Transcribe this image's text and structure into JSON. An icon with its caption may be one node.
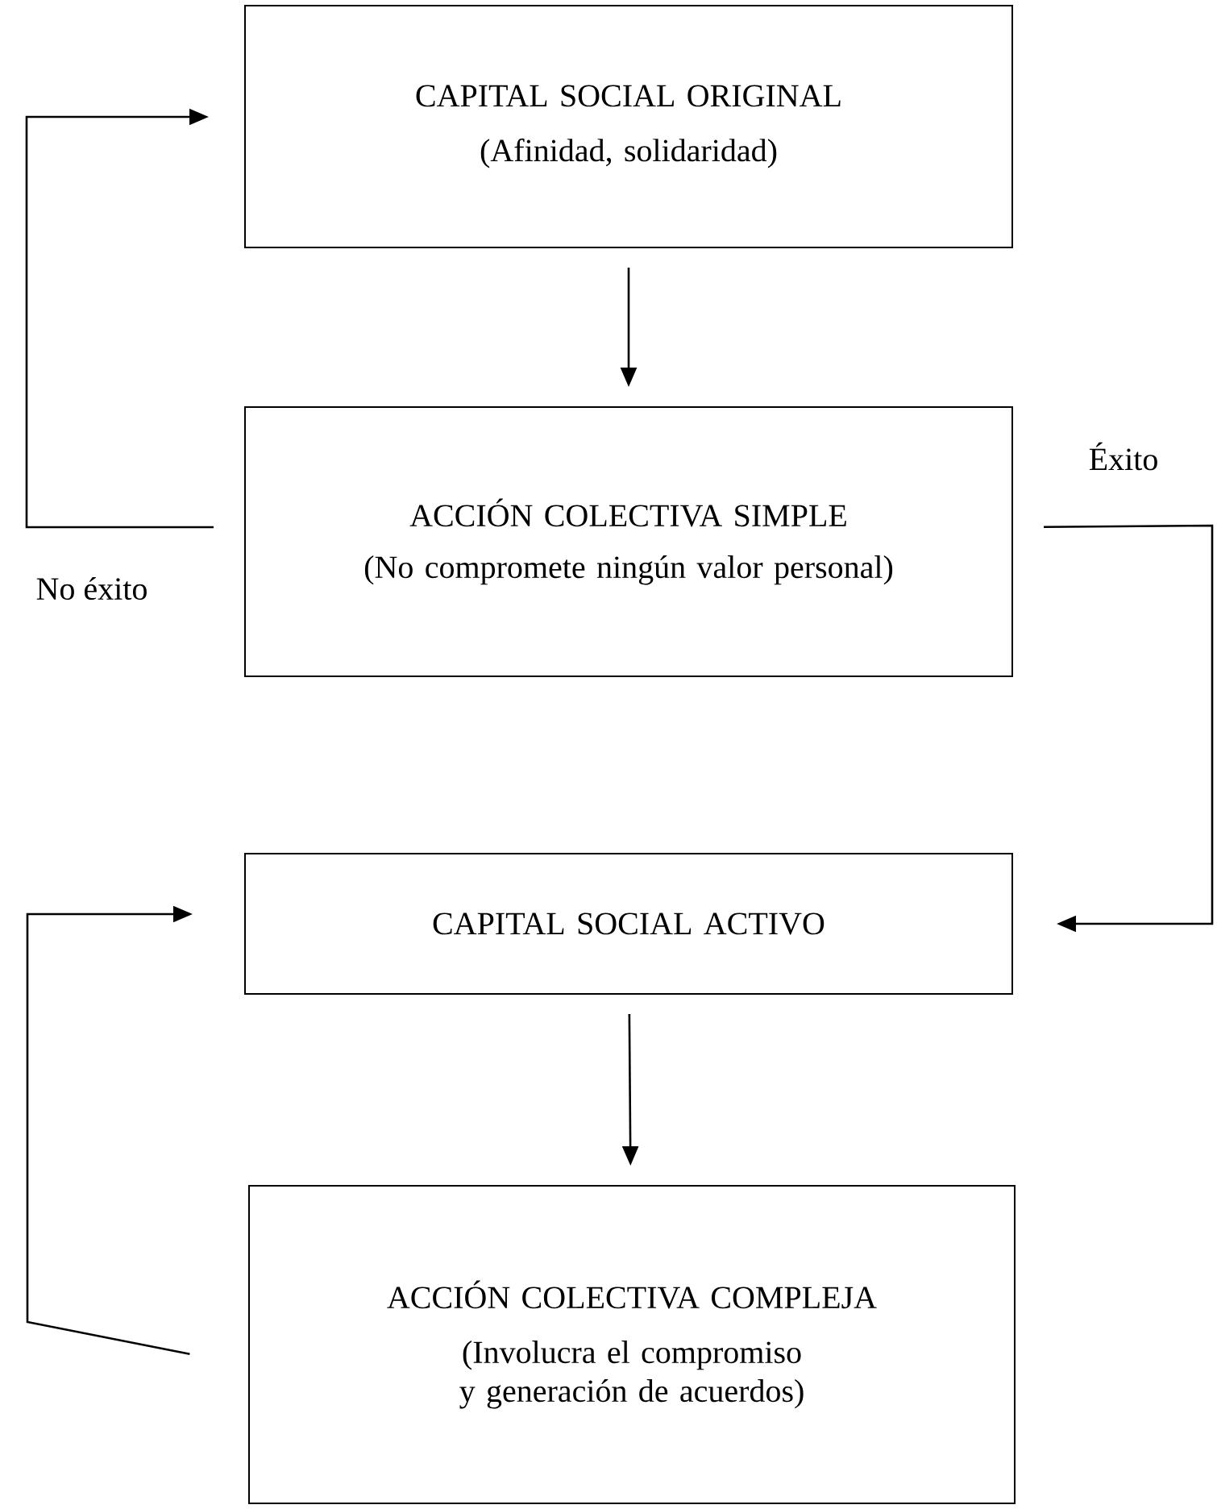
{
  "diagram": {
    "nodes": [
      {
        "text": [
          "CAPITAL SOCIAL ORIGINAL",
          "(Afinidad, solidaridad)"
        ]
      },
      {
        "text": [
          "ACCIÓN COLECTIVA SIMPLE",
          "(No compromete ningún valor personal)"
        ]
      },
      {
        "text": [
          "CAPITAL SOCIAL ACTIVO"
        ]
      },
      {
        "text": [
          "ACCIÓN COLECTIVA COMPLEJA",
          "(Involucra el compromiso y generación de acuerdos)"
        ]
      }
    ],
    "edges": [
      {
        "from": 0,
        "to": 1,
        "arrow": "to"
      },
      {
        "from": 1,
        "to": 0,
        "arrow": "to",
        "label": "No éxito"
      },
      {
        "from": 1,
        "to": 2,
        "arrow": "to",
        "label": "Éxito"
      },
      {
        "from": 2,
        "to": 3,
        "arrow": "to"
      },
      {
        "from": 3,
        "to": 2,
        "arrow": "to"
      }
    ]
  }
}
